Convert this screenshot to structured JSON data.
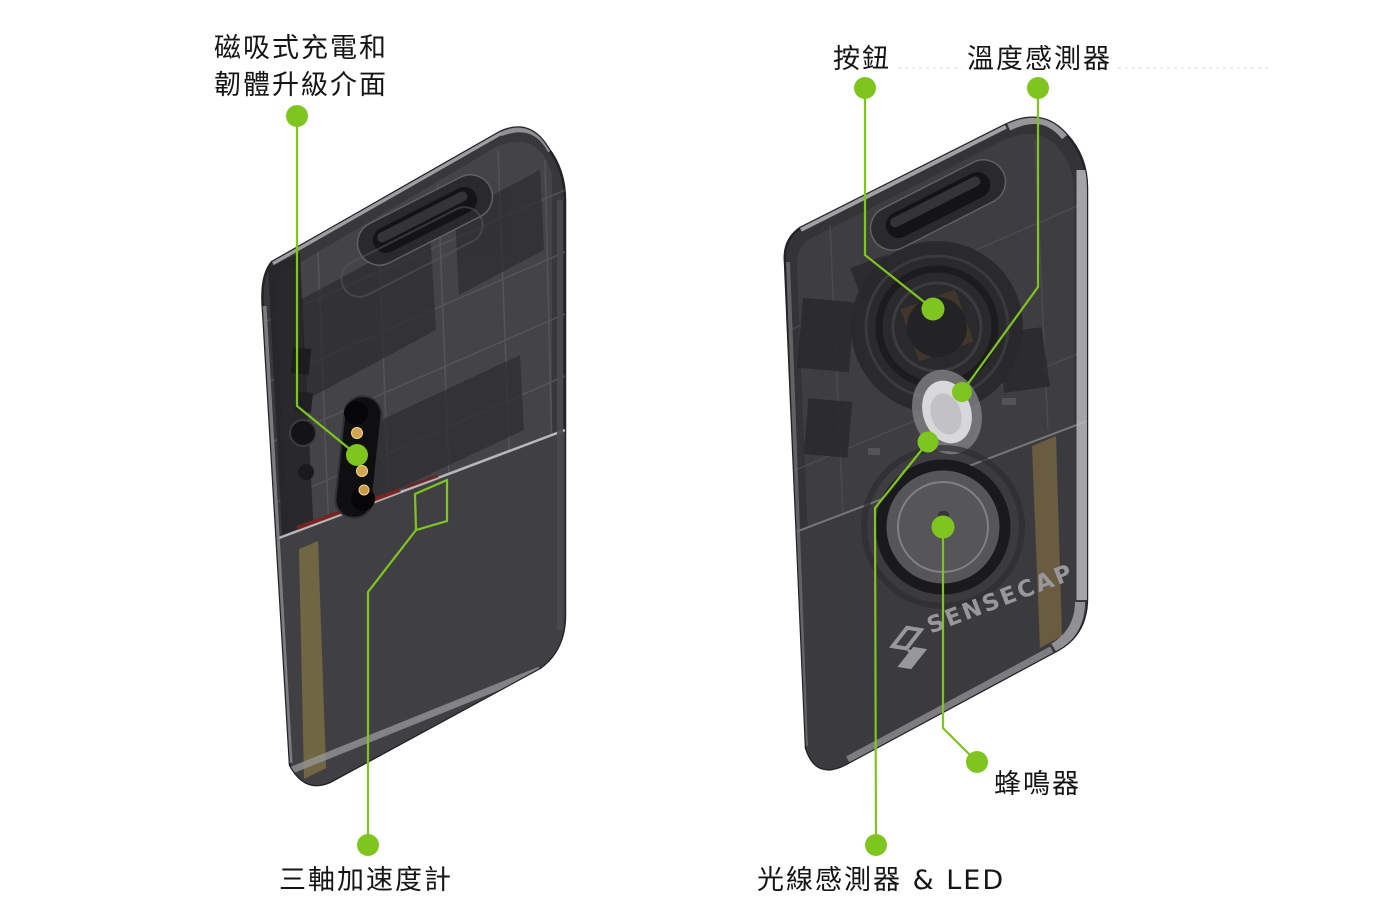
{
  "colors": {
    "accent_green": "#7FC51F",
    "label_text": "#151515",
    "background": "#FFFFFF",
    "device_body": "#38383B",
    "logo_gray": "#98989B"
  },
  "annotations": {
    "magnetic_charging": {
      "line1": "磁吸式充電和",
      "line2": "韌體升級介面"
    },
    "button": {
      "label": "按鈕"
    },
    "temperature_sensor": {
      "label": "溫度感測器"
    },
    "accelerometer": {
      "label": "三軸加速度計"
    },
    "light_sensor_led": {
      "label": "光線感測器 & LED"
    },
    "buzzer": {
      "label": "蜂鳴器"
    }
  },
  "device": {
    "logo": "SENSECAP"
  },
  "markers": {
    "dot": "green-callout-dot",
    "square": "green-square-marker"
  }
}
